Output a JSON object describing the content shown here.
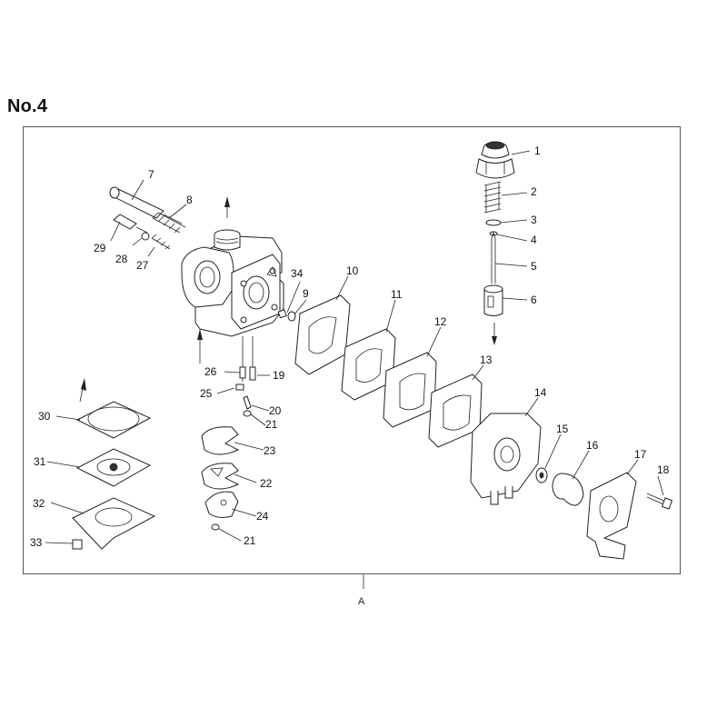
{
  "title": "No.4",
  "reference_label": "A",
  "parts": [
    {
      "num": "1"
    },
    {
      "num": "2"
    },
    {
      "num": "3"
    },
    {
      "num": "4"
    },
    {
      "num": "5"
    },
    {
      "num": "6"
    },
    {
      "num": "7"
    },
    {
      "num": "8"
    },
    {
      "num": "9"
    },
    {
      "num": "10"
    },
    {
      "num": "11"
    },
    {
      "num": "12"
    },
    {
      "num": "13"
    },
    {
      "num": "14"
    },
    {
      "num": "15"
    },
    {
      "num": "16"
    },
    {
      "num": "17"
    },
    {
      "num": "18"
    },
    {
      "num": "19"
    },
    {
      "num": "20"
    },
    {
      "num": "21"
    },
    {
      "num": "22"
    },
    {
      "num": "23"
    },
    {
      "num": "24"
    },
    {
      "num": "21"
    },
    {
      "num": "25"
    },
    {
      "num": "26"
    },
    {
      "num": "27"
    },
    {
      "num": "28"
    },
    {
      "num": "29"
    },
    {
      "num": "30"
    },
    {
      "num": "31"
    },
    {
      "num": "32"
    },
    {
      "num": "33"
    },
    {
      "num": "34"
    }
  ]
}
